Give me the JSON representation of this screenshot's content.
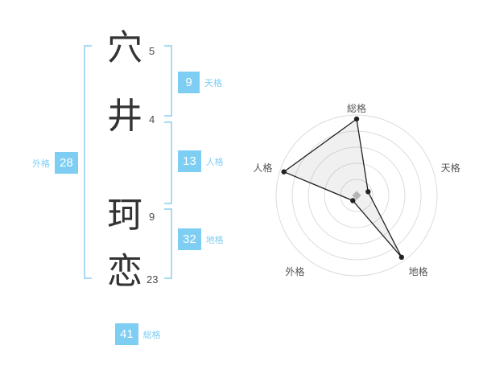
{
  "name_panel": {
    "characters": [
      {
        "char": "穴",
        "strokes": "5"
      },
      {
        "char": "井",
        "strokes": "4"
      },
      {
        "char": "珂",
        "strokes": "9"
      },
      {
        "char": "恋",
        "strokes": "23"
      }
    ],
    "tenkaku": {
      "label": "天格",
      "value": "9"
    },
    "jinkaku": {
      "label": "人格",
      "value": "13"
    },
    "chikaku": {
      "label": "地格",
      "value": "32"
    },
    "gaikaku": {
      "label": "外格",
      "value": "28"
    },
    "soukaku": {
      "label": "総格",
      "value": "41"
    }
  },
  "chart_data": {
    "type": "radar",
    "categories": [
      "総格",
      "天格",
      "地格",
      "外格",
      "人格"
    ],
    "values": [
      95,
      15,
      95,
      8,
      95
    ],
    "max": 100,
    "rings": 5,
    "grid": "concentric-circles",
    "legend": "none",
    "title": ""
  },
  "colors": {
    "accent_blue": "#7ecef4",
    "badge_text": "#ffffff",
    "bracket_blue": "#a8daf3",
    "ring_gray": "#dcdcdc",
    "polygon_stroke": "#222222",
    "polygon_fill": "rgba(150,150,150,0.14)",
    "center_marker": "#b5b5b5",
    "char_color": "#333333",
    "axis_label": "#555555"
  }
}
